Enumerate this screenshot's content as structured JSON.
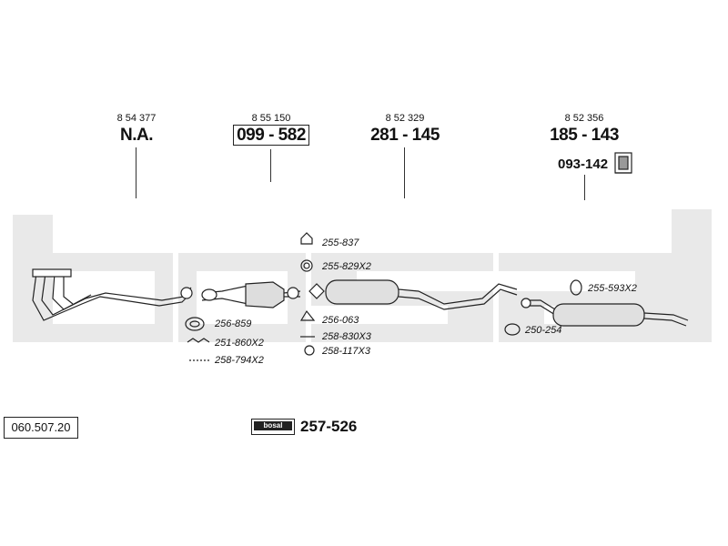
{
  "sections": [
    {
      "oem": "8 54 377",
      "main": "N.A.",
      "boxed": false
    },
    {
      "oem": "8 55 150",
      "main": "099 - 582",
      "boxed": true
    },
    {
      "oem": "8 52 329",
      "main": "281 - 145",
      "boxed": false
    },
    {
      "oem": "8 52 356",
      "main": "185 - 143",
      "boxed": false
    }
  ],
  "bracket_part": "093-142",
  "part_labels": {
    "p1": "255-837",
    "p2": "255-829X2",
    "p3": "256-063",
    "p4": "258-830X3",
    "p5": "258-117X3",
    "p6": "256-859",
    "p7": "251-860X2",
    "p8": "258-794X2",
    "p9": "255-593X2",
    "p10": "250-254"
  },
  "reference_number": "060.507.20",
  "kit_number": "257-526",
  "kit_logo_text": "bosal"
}
